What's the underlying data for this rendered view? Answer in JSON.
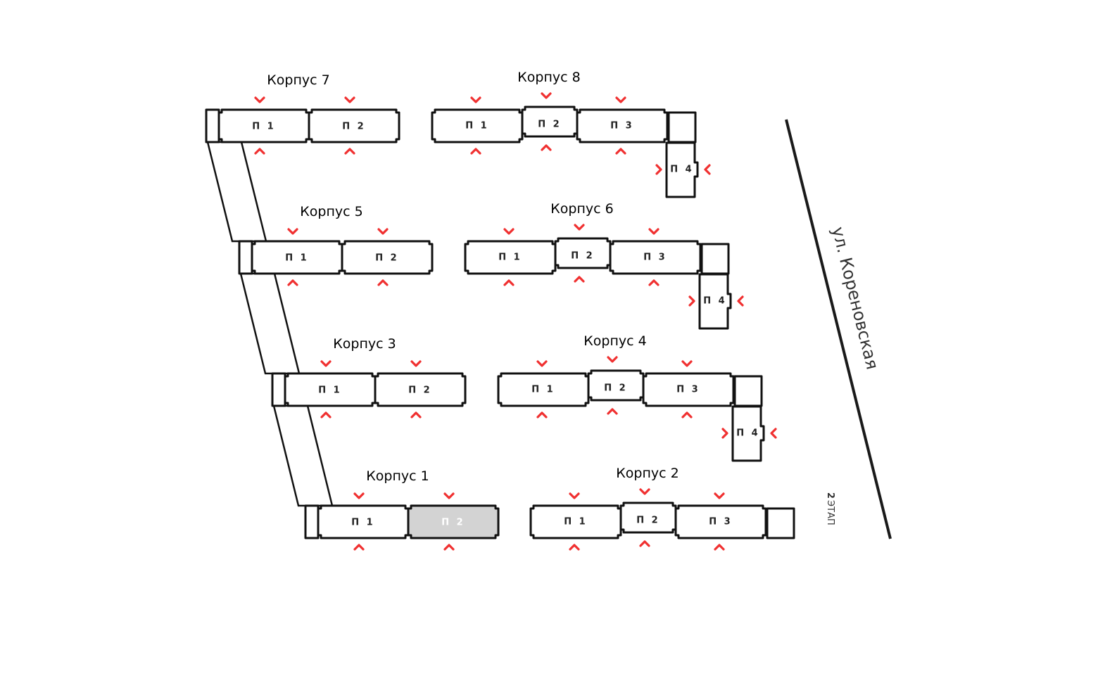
{
  "title": "Генплан жилого комплекса",
  "street": {
    "name": "ул. Кореновская"
  },
  "stage": {
    "number": "2",
    "label": "ЭТАП"
  },
  "colors": {
    "entrance_arrow": "#f03030",
    "outline": "#111111",
    "selected_fill": "#d3d3d3"
  },
  "buildings": [
    {
      "id": "k7",
      "title": "Корпус 7",
      "sections": [
        {
          "label": "П 1"
        },
        {
          "label": "П 2"
        }
      ]
    },
    {
      "id": "k8",
      "title": "Корпус 8",
      "sections": [
        {
          "label": "П 1"
        },
        {
          "label": "П 2"
        },
        {
          "label": "П 3"
        },
        {
          "label": "П 4"
        }
      ]
    },
    {
      "id": "k5",
      "title": "Корпус 5",
      "sections": [
        {
          "label": "П 1"
        },
        {
          "label": "П 2"
        }
      ]
    },
    {
      "id": "k6",
      "title": "Корпус 6",
      "sections": [
        {
          "label": "П 1"
        },
        {
          "label": "П 2"
        },
        {
          "label": "П 3"
        },
        {
          "label": "П 4"
        }
      ]
    },
    {
      "id": "k3",
      "title": "Корпус 3",
      "sections": [
        {
          "label": "П 1"
        },
        {
          "label": "П 2"
        }
      ]
    },
    {
      "id": "k4",
      "title": "Корпус 4",
      "sections": [
        {
          "label": "П 1"
        },
        {
          "label": "П 2"
        },
        {
          "label": "П 3"
        },
        {
          "label": "П 4"
        }
      ]
    },
    {
      "id": "k1",
      "title": "Корпус 1",
      "sections": [
        {
          "label": "П 1"
        },
        {
          "label": "П 2",
          "selected": true,
          "status": "unavailable"
        }
      ]
    },
    {
      "id": "k2",
      "title": "Корпус 2",
      "sections": [
        {
          "label": "П 1"
        },
        {
          "label": "П 2"
        },
        {
          "label": "П 3"
        }
      ]
    }
  ]
}
